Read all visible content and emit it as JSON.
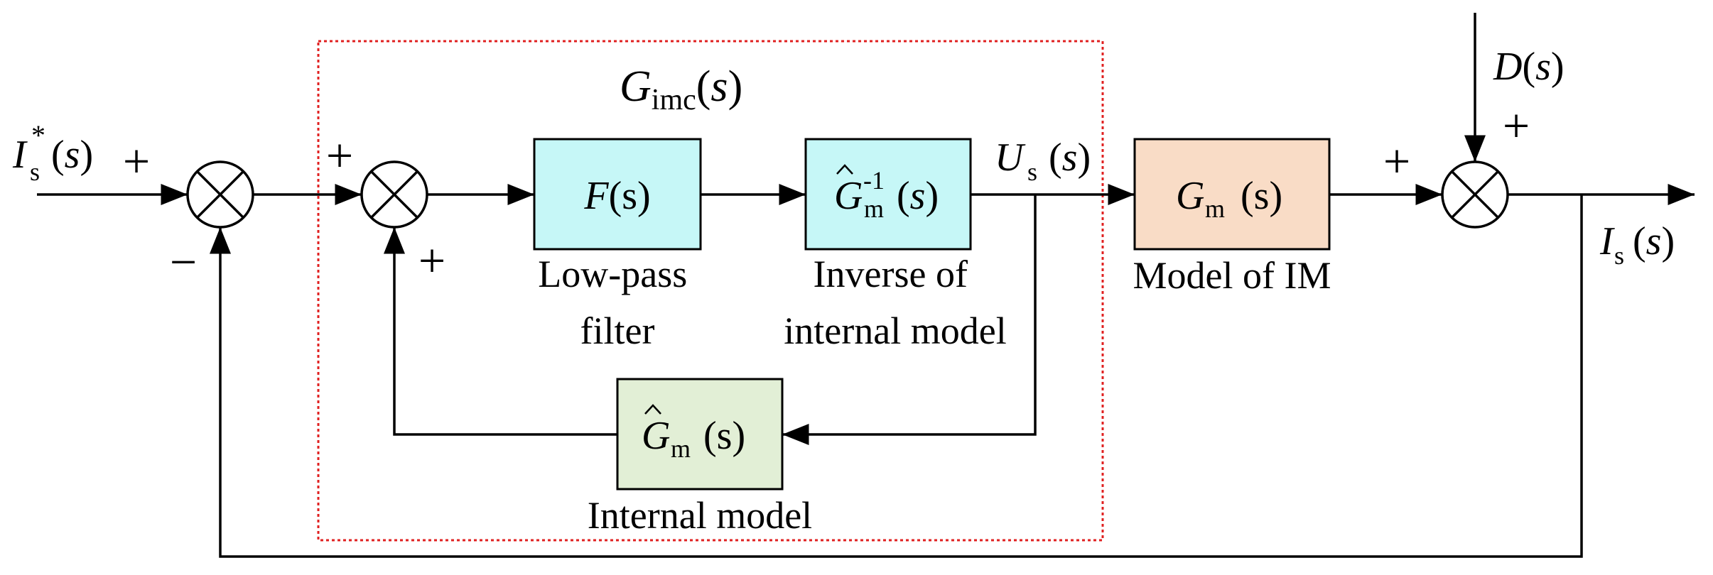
{
  "imc_label": {
    "main": "G",
    "sub": "imc",
    "open": "(",
    "arg": "s",
    "close": ")"
  },
  "signals": {
    "reference": {
      "main": "I",
      "sub": "s",
      "sup": "*",
      "arg": "(s)"
    },
    "output": {
      "main": "I",
      "sub": "s",
      "arg": "(s)"
    },
    "control": {
      "main": "U",
      "sub": "s",
      "arg": "(s)"
    },
    "disturbance": {
      "main": "D",
      "arg": "(s)"
    }
  },
  "blocks": {
    "filter": {
      "main": "F",
      "arg": "(s)",
      "caption": [
        "Low-pass",
        "filter"
      ]
    },
    "inverse_model": {
      "main": "G",
      "sup": "-1",
      "sub": "m",
      "arg": "(s)",
      "caption": [
        "Inverse of",
        "internal model"
      ]
    },
    "plant": {
      "main": "G",
      "sub": "m",
      "arg": "(s)",
      "caption": [
        "Model of IM"
      ]
    },
    "internal_model": {
      "main": "G",
      "sub": "m",
      "arg": "(s)",
      "caption": [
        "Internal model"
      ]
    }
  },
  "signs": {
    "sum1_left": "+",
    "sum1_bottom": "−",
    "sum2_top": "+",
    "sum2_bottom": "+",
    "sum3_left": "+",
    "sum3_top": "+"
  },
  "colors": {
    "imc_border": "#e02020",
    "imc_text": "#e02020",
    "filter_fill": "#c6f7f7",
    "inverse_fill": "#c6f7f7",
    "plant_fill": "#f9dcc6",
    "internal_fill": "#e2efd6",
    "line": "#000000"
  }
}
